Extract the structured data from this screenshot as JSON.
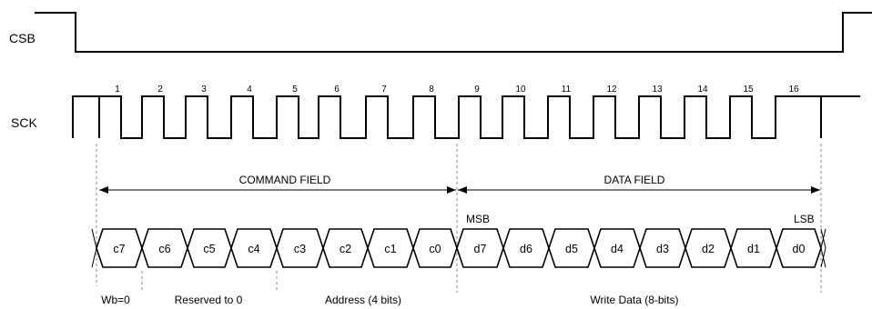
{
  "signals": {
    "csb": "CSB",
    "sck": "SCK"
  },
  "clock_numbers": [
    "1",
    "2",
    "3",
    "4",
    "5",
    "6",
    "7",
    "8",
    "9",
    "10",
    "11",
    "12",
    "13",
    "14",
    "15",
    "16"
  ],
  "fields": {
    "command": "COMMAND FIELD",
    "data": "DATA FIELD"
  },
  "msb": "MSB",
  "lsb": "LSB",
  "bits": [
    "c7",
    "c6",
    "c5",
    "c4",
    "c3",
    "c2",
    "c1",
    "c0",
    "d7",
    "d6",
    "d5",
    "d4",
    "d3",
    "d2",
    "d1",
    "d0"
  ],
  "sub_fields": [
    "Wb=0",
    "Reserved to 0",
    "Address (4 bits)",
    "Write Data (8-bits)"
  ]
}
